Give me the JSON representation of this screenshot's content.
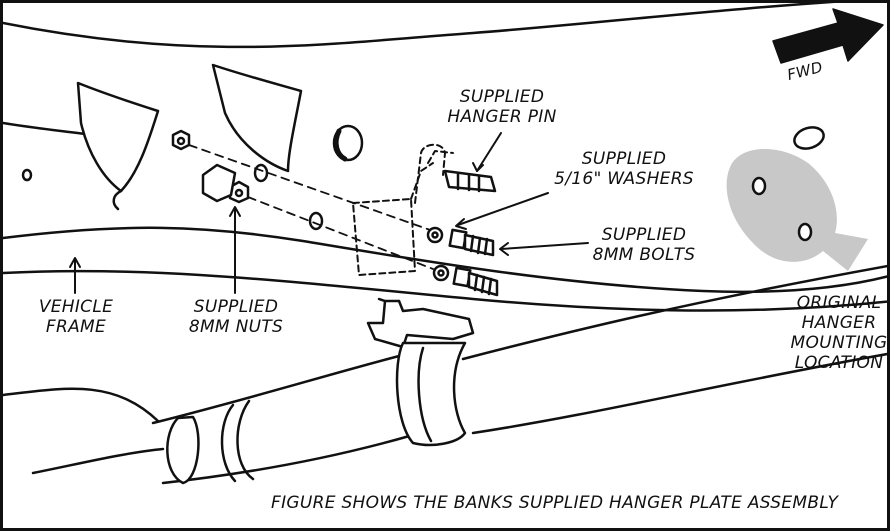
{
  "labels": {
    "fwd": "FWD",
    "hanger_pin": [
      "SUPPLIED",
      "HANGER PIN"
    ],
    "washers": [
      "SUPPLIED",
      "5/16\" WASHERS"
    ],
    "bolts": [
      "SUPPLIED",
      "8MM BOLTS"
    ],
    "frame": [
      "VEHICLE",
      "FRAME"
    ],
    "nuts": [
      "SUPPLIED",
      "8MM NUTS"
    ],
    "original": [
      "ORIGINAL",
      "HANGER",
      "MOUNTING",
      "LOCATION"
    ]
  },
  "caption": "FIGURE SHOWS THE BANKS SUPPLIED HANGER PLATE ASSEMBLY",
  "colors": {
    "ink": "#111111",
    "shade": "#c8c8c8",
    "background": "#ffffff"
  }
}
